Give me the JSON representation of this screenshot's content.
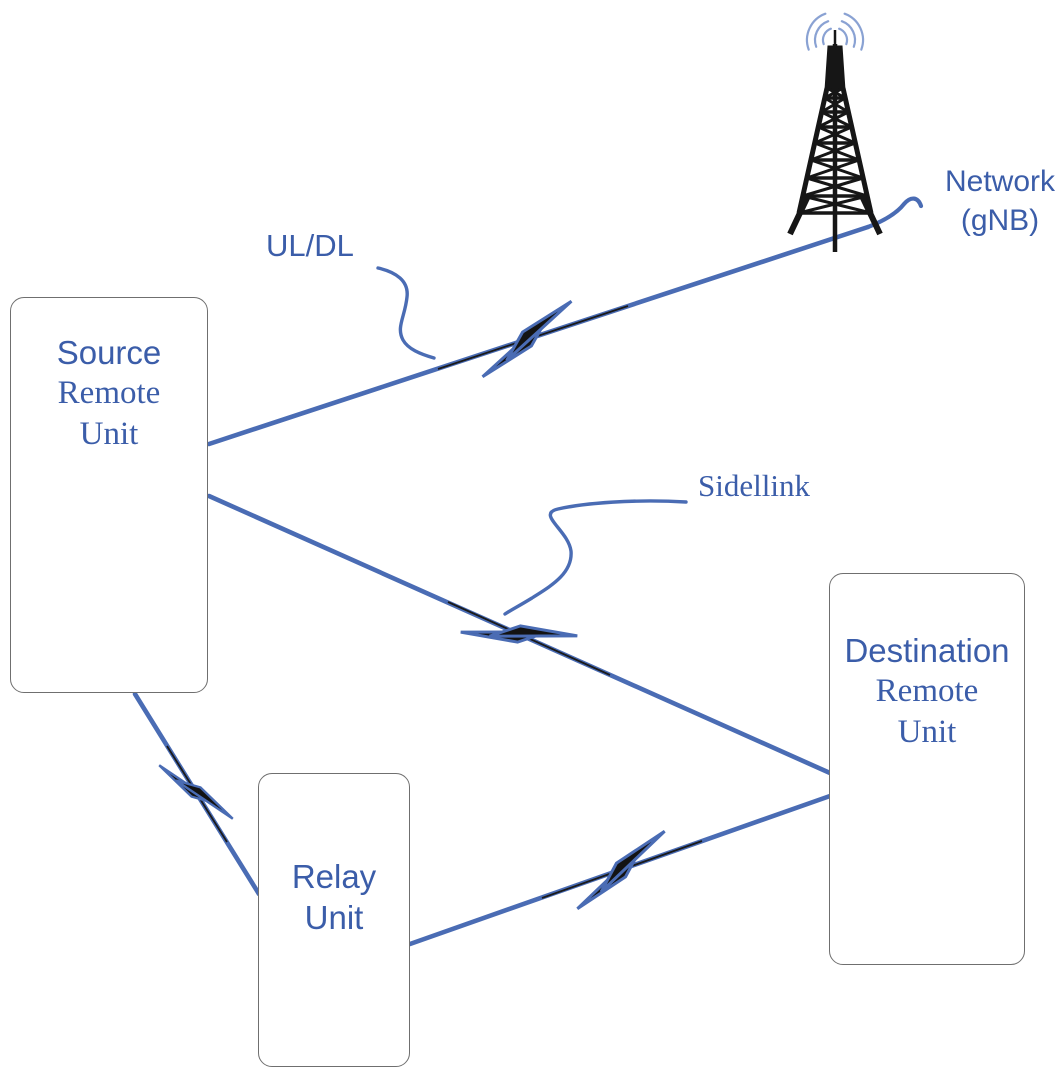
{
  "nodes": {
    "source": {
      "line1": "Source",
      "line2": "Remote",
      "line3": "Unit"
    },
    "destination": {
      "line1": "Destination",
      "line2": "Remote",
      "line3": "Unit"
    },
    "relay": {
      "line1": "Relay",
      "line2": "Unit"
    }
  },
  "labels": {
    "uplink_downlink": "UL/DL",
    "sidelink": "Sidellink",
    "network_line1": "Network",
    "network_line2": "(gNB)"
  },
  "links": [
    {
      "name": "source-to-network",
      "label": "UL/DL",
      "style": "wireless-lightning"
    },
    {
      "name": "source-to-destination",
      "label": "Sidellink",
      "style": "wireless-lightning"
    },
    {
      "name": "source-to-relay",
      "label": "",
      "style": "wireless-lightning"
    },
    {
      "name": "relay-to-destination",
      "label": "",
      "style": "wireless-lightning"
    }
  ],
  "icons": {
    "cell_tower": "black lattice radio mast",
    "radio_waves": "concentric blue arcs",
    "lightning_bolt": "black z-bolt with blue outline",
    "callout_squiggle": "curved blue leader line"
  },
  "colors": {
    "line_blue": "#4a6cb4",
    "text_blue": "#3b5da9",
    "wave_blue": "#8aa2d3",
    "bolt_fill": "#131313",
    "tower_black": "#161616",
    "box_border": "#6f6f6f",
    "background": "#ffffff"
  }
}
